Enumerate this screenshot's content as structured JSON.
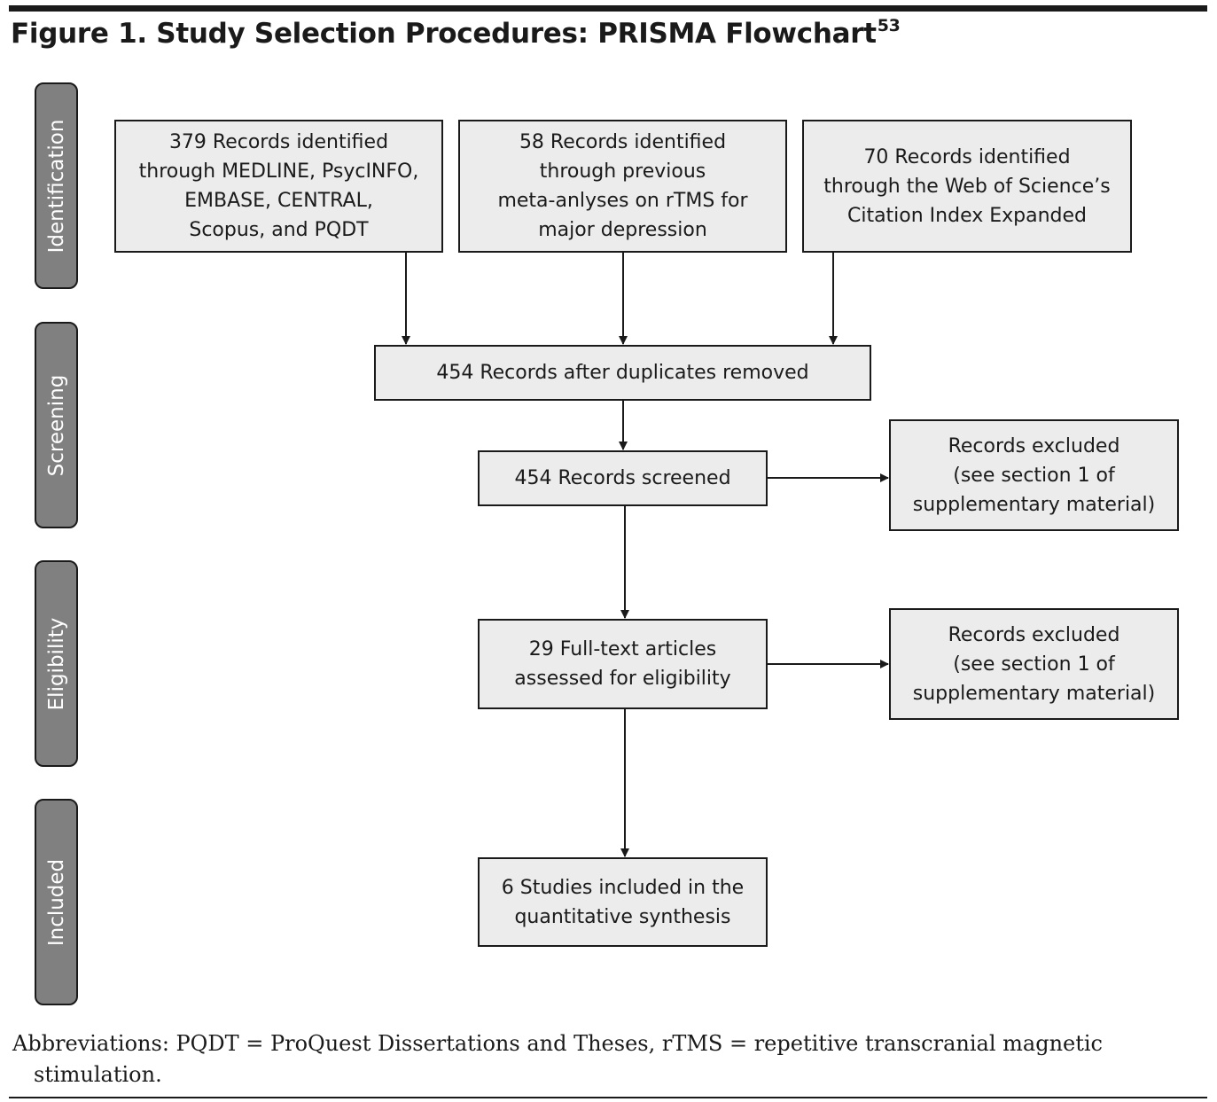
{
  "figure": {
    "title": "Figure 1. Study Selection Procedures: PRISMA Flowchart",
    "title_reference": "53"
  },
  "stages": [
    "Identification",
    "Screening",
    "Eligibility",
    "Included"
  ],
  "boxes": {
    "source_databases": "379 Records identified\nthrough MEDLINE, PsycINFO,\nEMBASE, CENTRAL,\nScopus, and PQDT",
    "source_meta_analyses": "58 Records identified\nthrough previous\nmeta-anlyses on rTMS for\nmajor depression",
    "source_web_of_science": "70 Records identified\nthrough the Web of Science’s\nCitation Index Expanded",
    "after_duplicates": "454 Records after duplicates removed",
    "screened": "454 Records screened",
    "excluded_screening": "Records excluded\n(see section 1 of\nsupplementary material)",
    "full_text": "29 Full-text articles\nassessed for eligibility",
    "excluded_eligibility": "Records excluded\n(see section 1 of\nsupplementary material)",
    "included": "6 Studies included in the\nquantitative synthesis"
  },
  "footnote": {
    "line1": "Abbreviations: PQDT = ProQuest Dissertations and Theses, rTMS = repetitive transcranial magnetic",
    "line2": "stimulation."
  },
  "colors": {
    "box_fill": "#ececec",
    "stage_fill": "#808080",
    "stroke": "#1a1a1a"
  }
}
